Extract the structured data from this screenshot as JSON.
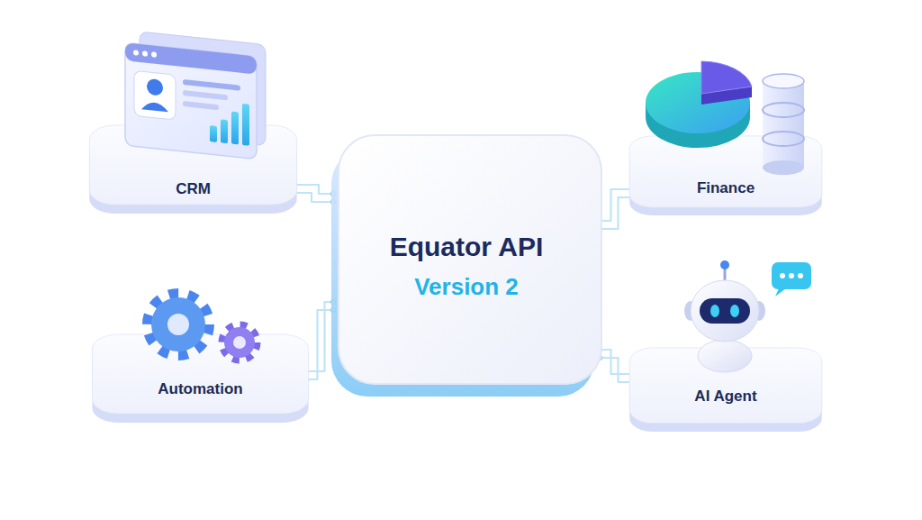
{
  "diagram": {
    "nodes": [
      {
        "text": [
          "CRM"
        ]
      },
      {
        "text": [
          "Finance"
        ]
      },
      {
        "text": [
          "Equator API",
          "Version 2"
        ]
      },
      {
        "text": [
          "Automation"
        ]
      },
      {
        "text": [
          "AI Agent"
        ]
      }
    ],
    "edges": [
      {
        "from": 2,
        "to": 0,
        "arrow": "none"
      },
      {
        "from": 2,
        "to": 1,
        "arrow": "none"
      },
      {
        "from": 2,
        "to": 3,
        "arrow": "none"
      },
      {
        "from": 2,
        "to": 4,
        "arrow": "none"
      }
    ]
  }
}
